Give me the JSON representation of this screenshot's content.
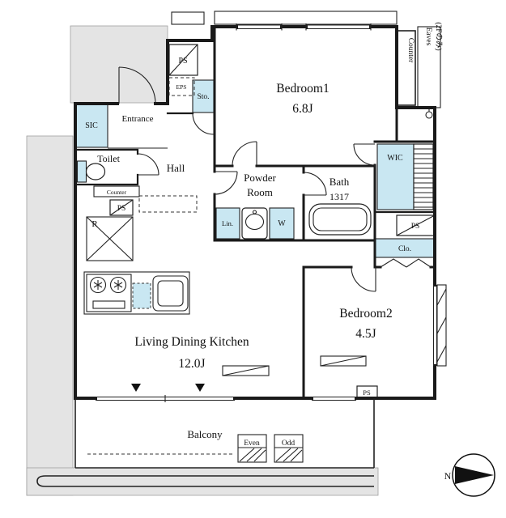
{
  "rooms": {
    "bedroom1": {
      "label": "Bedroom1",
      "area": "6.8J"
    },
    "bedroom2": {
      "label": "Bedroom2",
      "area": "4.5J"
    },
    "ldk": {
      "label": "Living Dining Kitchen",
      "area": "12.0J"
    },
    "powder_room": {
      "label_line1": "Powder",
      "label_line2": "Room"
    },
    "bath": {
      "label": "Bath",
      "size": "1317"
    },
    "hall": {
      "label": "Hall"
    },
    "entrance": {
      "label": "Entrance"
    },
    "toilet": {
      "label": "Toilet"
    },
    "balcony": {
      "label": "Balcony"
    }
  },
  "storage": {
    "sic": "SIC",
    "sto": "Sto.",
    "wic": "WIC",
    "clo": "Clo.",
    "lin": "Lin."
  },
  "fixtures": {
    "washer": "W",
    "refrigerator": "R"
  },
  "shafts": {
    "ps_top_left": "PS",
    "eps": "EPS",
    "ps_mid_left": "PS",
    "ps_right": "PS",
    "ps_bottom": "PS"
  },
  "annotations": {
    "counter_top": "Counter",
    "counter_mid": "Counter",
    "eaves_line1": "Eaves",
    "eaves_line2": "(2Fのみ)",
    "even": "Even",
    "odd": "Odd",
    "north": "N"
  },
  "colors": {
    "wall": "#1a1a1a",
    "storage_fill": "#c9e7f2",
    "common_area": "#e4e4e4",
    "line": "#333333"
  }
}
